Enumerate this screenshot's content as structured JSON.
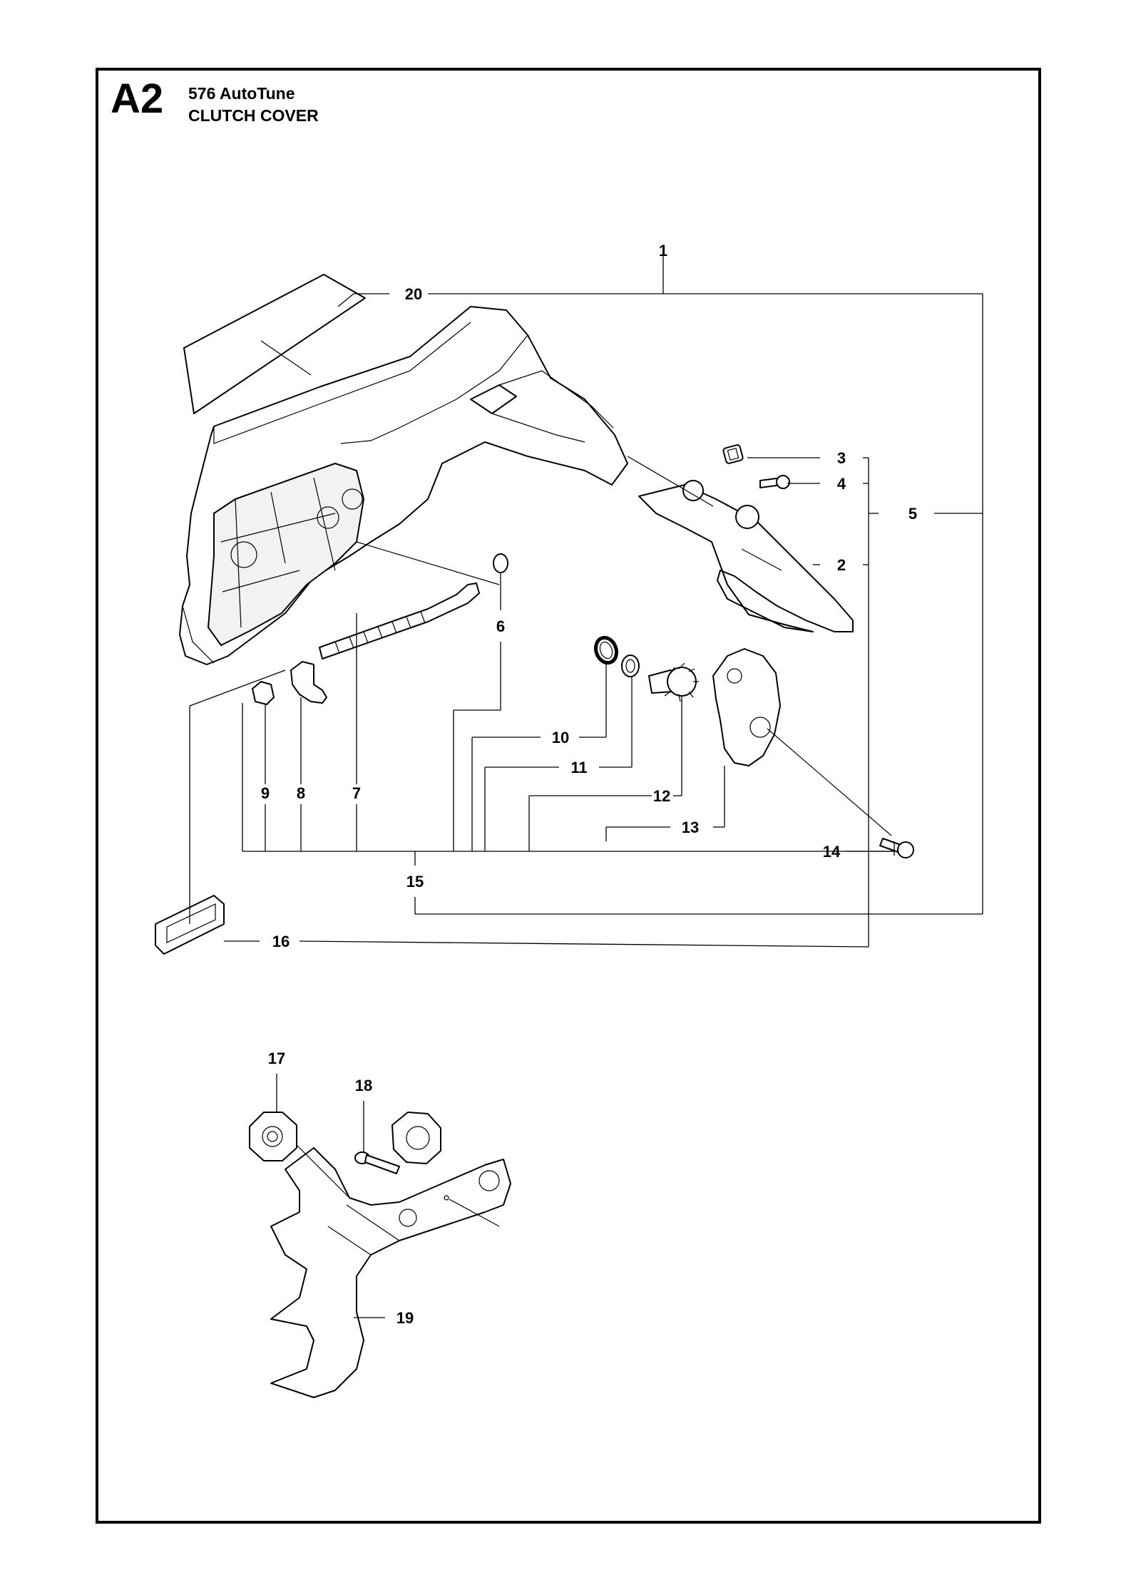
{
  "header": {
    "section_code": "A2",
    "model": "576 AutoTune",
    "title": "CLUTCH COVER"
  },
  "callouts": [
    "1",
    "2",
    "3",
    "4",
    "5",
    "6",
    "7",
    "8",
    "9",
    "10",
    "11",
    "12",
    "13",
    "14",
    "15",
    "16",
    "17",
    "18",
    "19",
    "20"
  ]
}
